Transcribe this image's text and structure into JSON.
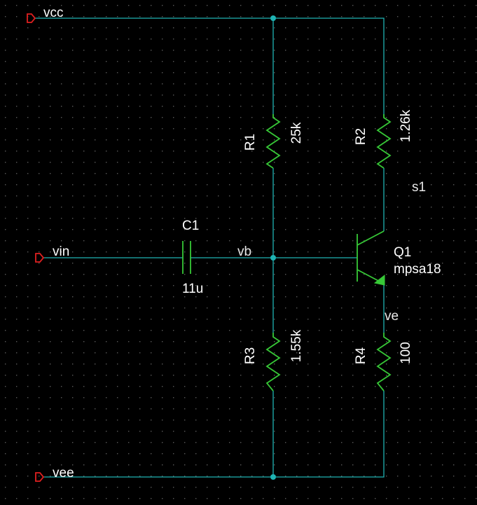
{
  "colors": {
    "background": "#000000",
    "grid_dots": "#5a5a5a",
    "wire": "#1fb3b3",
    "component": "#37c837",
    "port": "#e02020",
    "text": "#ffffff"
  },
  "nets": {
    "vcc": "vcc",
    "vin": "vin",
    "vee": "vee",
    "vb": "vb",
    "ve": "ve",
    "s1": "s1"
  },
  "components": {
    "R1": {
      "ref": "R1",
      "value": "25k"
    },
    "R2": {
      "ref": "R2",
      "value": "1.26k"
    },
    "R3": {
      "ref": "R3",
      "value": "1.55k"
    },
    "R4": {
      "ref": "R4",
      "value": "100"
    },
    "C1": {
      "ref": "C1",
      "value": "11u"
    },
    "Q1": {
      "ref": "Q1",
      "value": "mpsa18"
    }
  },
  "icons": {
    "port": "input-port-icon",
    "junction": "junction-dot-icon"
  }
}
